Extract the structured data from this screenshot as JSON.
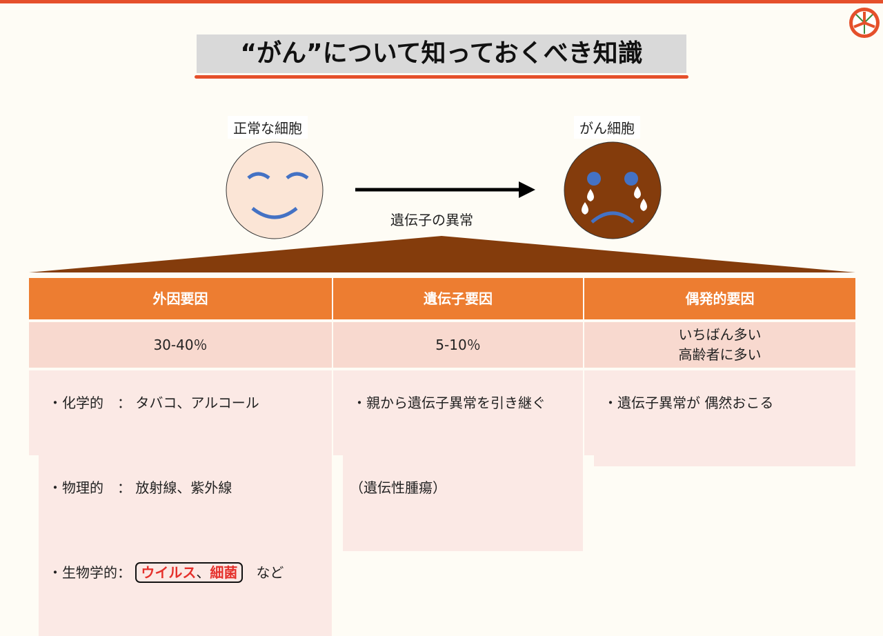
{
  "title": "“がん”について知っておくべき知識",
  "normal_cell_label": "正常な細胞",
  "cancer_cell_label": "がん細胞",
  "arrow_label": "遺伝子の異常",
  "colors": {
    "accent": "#e5502b",
    "header": "#ed7d31",
    "brown": "#843c0c"
  },
  "table": {
    "headers": [
      "外因要因",
      "遺伝子要因",
      "偶発的要因"
    ],
    "ratios": [
      "30-40％",
      "5-10％"
    ],
    "ratio3": [
      "いちばん多い",
      "高齢者に多い"
    ],
    "external": [
      {
        "label": "・化学的　：",
        "value": "タバコ、アルコール"
      },
      {
        "label": "・物理的　：",
        "value": "放射線、紫外線"
      },
      {
        "label": "・生物学的：",
        "virus": "ウイルス",
        "sep": "、",
        "bacteria": "細菌",
        "suffix": "など"
      }
    ],
    "genetic": [
      "・親から遺伝子異常を引き継ぐ",
      "（遺伝性腫瘍）"
    ],
    "accidental": "・遺伝子異常が 偶然おこる"
  }
}
